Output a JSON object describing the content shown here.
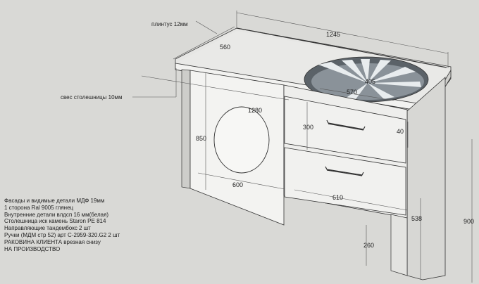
{
  "callouts": {
    "plinth": "плинтус 12мм",
    "overhang": "свес  столешницы 10мм"
  },
  "dimensions": {
    "top_length": "1245",
    "top_depth": "560",
    "overall_length": "1280",
    "height_left": "850",
    "drawer_height": "300",
    "drawer_gap": "40",
    "sink_width": "570",
    "sink_depth": "405",
    "door_width": "600",
    "drawer_width": "610",
    "side_depth": "538",
    "overall_height": "900",
    "leg_height": "260"
  },
  "notes": [
    "Фасады и видимые   детали МДФ 19мм",
    "1 сторона  Ral  9005  глянец",
    "Внутренние детали влдсп 16 мм(белая)",
    "Столешница иск камень  Staron PE 814",
    "Направляющие  тандембокс  2 шт",
    "Ручки (МДМ стр 52)  арт С-2959-320.G2    2 шт",
    "РАКОВИНА  КЛИЕНТА врезная снизу",
    "НА ПРОИЗВОДСТВО"
  ]
}
